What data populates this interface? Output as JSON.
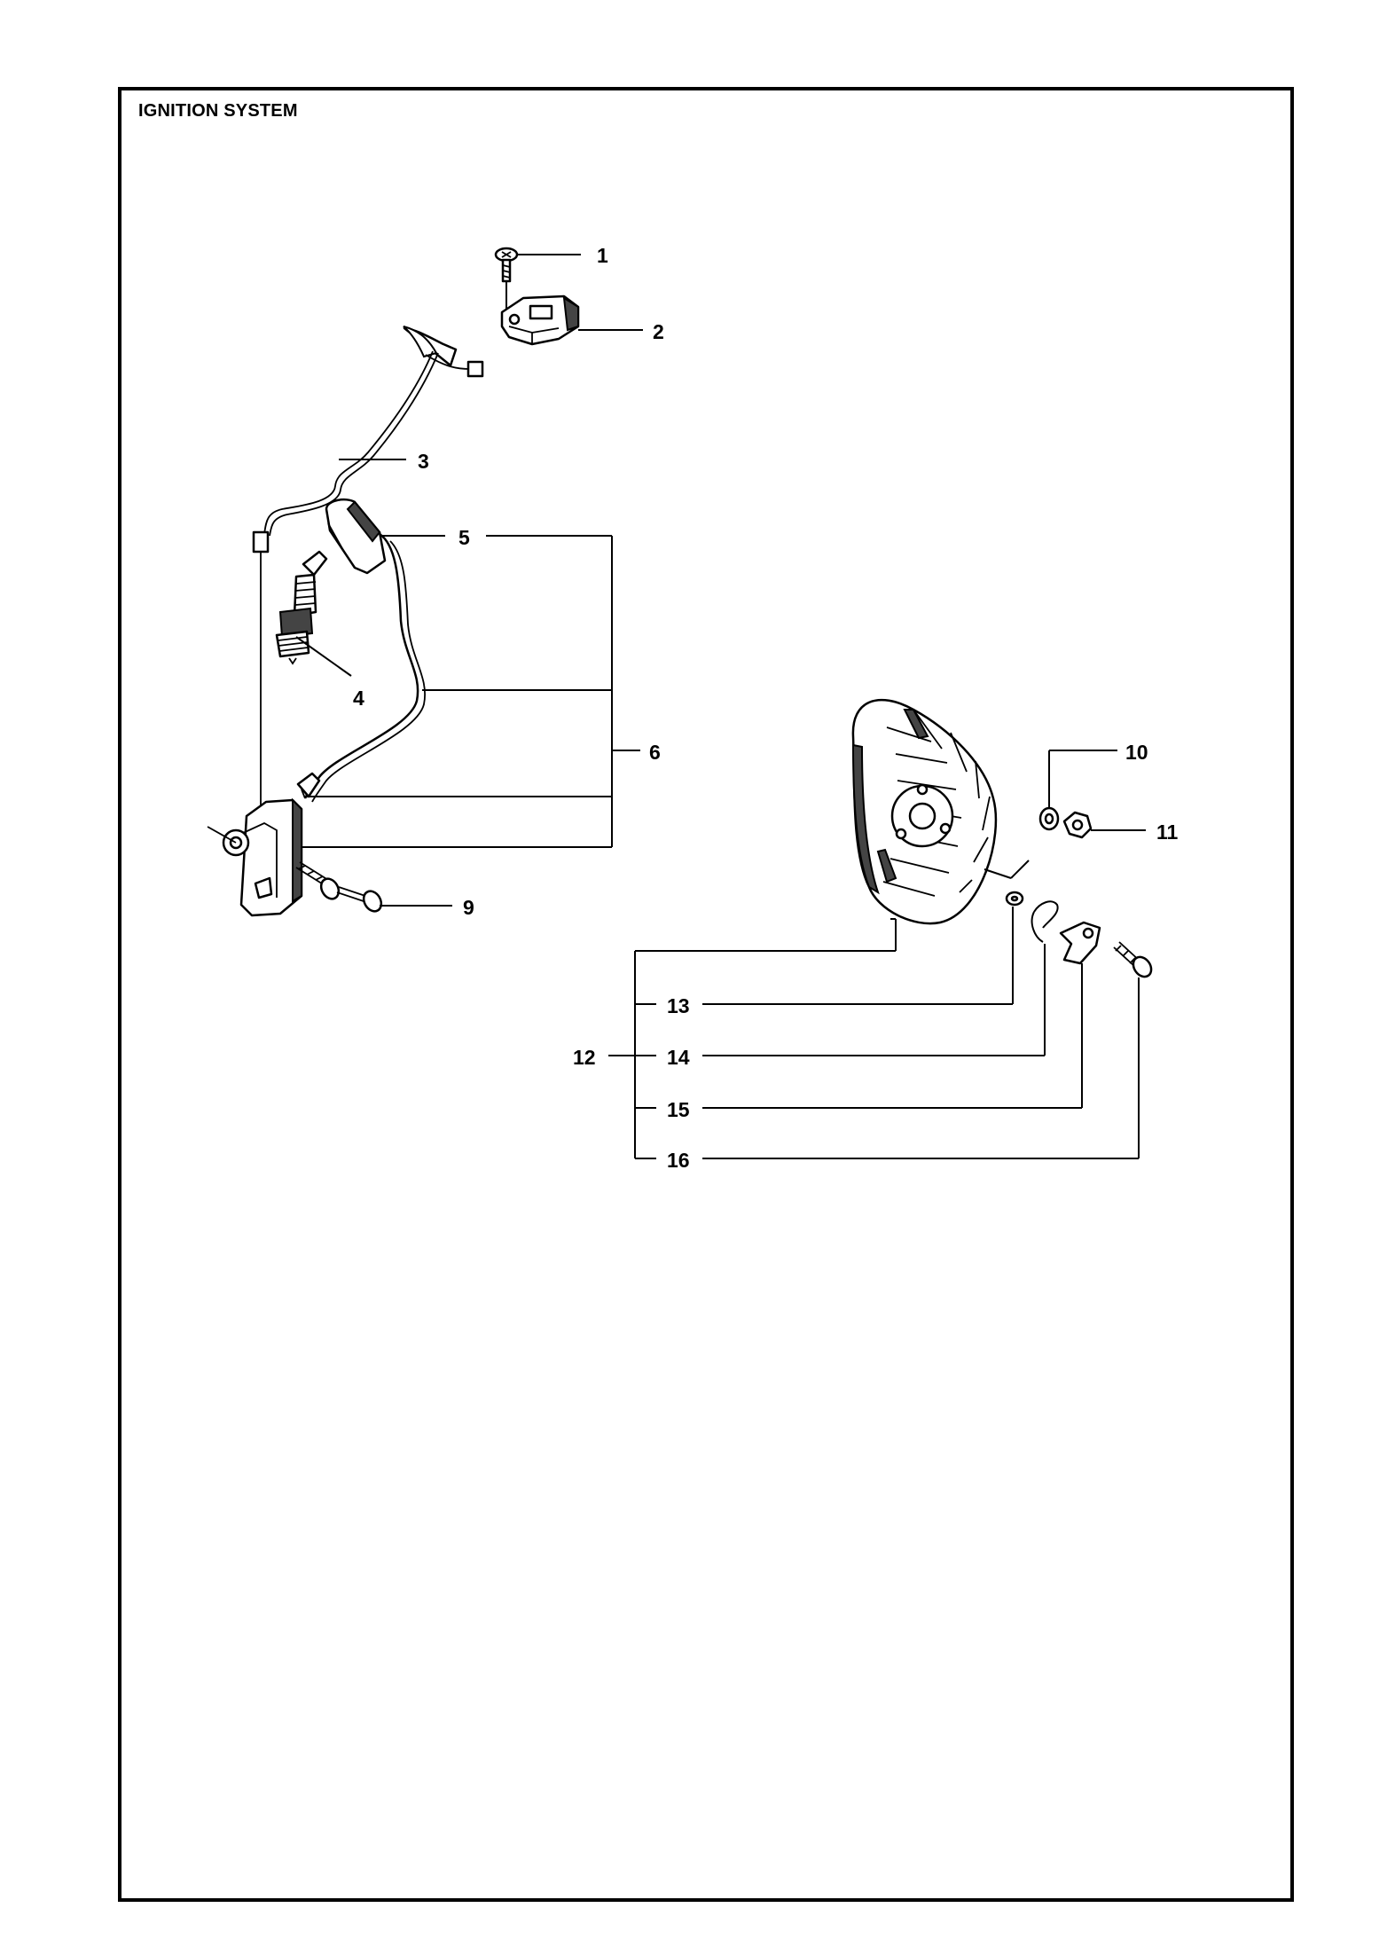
{
  "page": {
    "title": "IGNITION SYSTEM"
  },
  "callouts": {
    "c1": "1",
    "c2": "2",
    "c3": "3",
    "c4": "4",
    "c5": "5",
    "c6": "6",
    "c9": "9",
    "c10": "10",
    "c11": "11",
    "c12": "12",
    "c13": "13",
    "c14": "14",
    "c15": "15",
    "c16": "16"
  },
  "colors": {
    "ink": "#000000",
    "paper": "#ffffff"
  }
}
